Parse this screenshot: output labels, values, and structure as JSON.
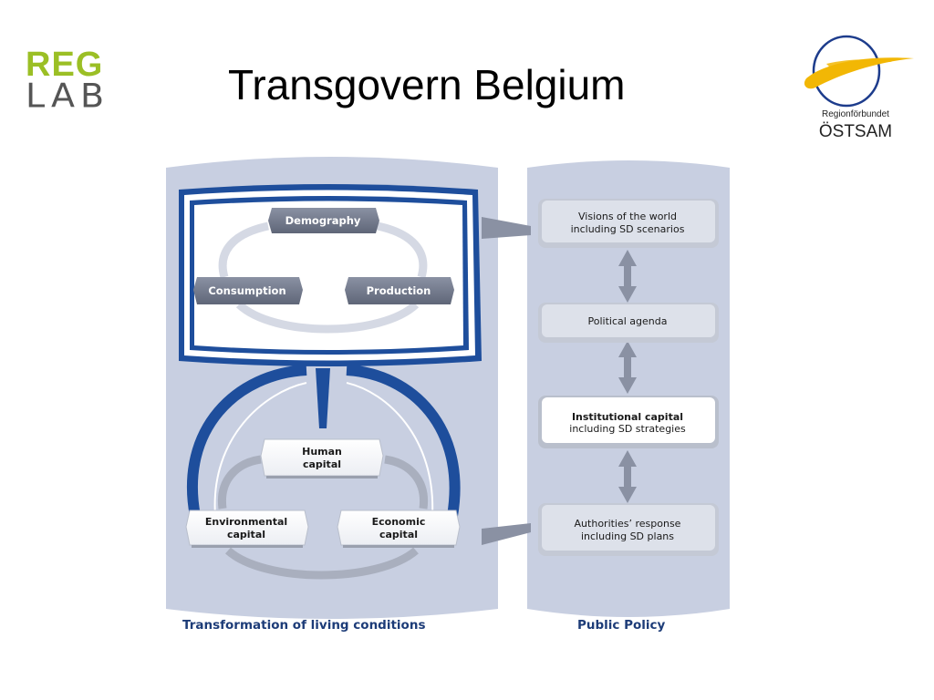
{
  "slide": {
    "title": "Transgovern Belgium"
  },
  "logos": {
    "reg_top": "REG",
    "reg_bottom": "LAB",
    "ostsam_small": "Regionförbundet",
    "ostsam_big": "ÖSTSAM",
    "reglab_green": "#9bbf25",
    "ostsam_yellow": "#f2b705",
    "ostsam_blue": "#1d3c8c"
  },
  "diagram": {
    "inner_nodes": {
      "demography": "Demography",
      "consumption": "Consumption",
      "production": "Production"
    },
    "capitals": {
      "human": [
        "Human",
        "capital"
      ],
      "environmental": [
        "Environmental",
        "capital"
      ],
      "economic": [
        "Economic",
        "capital"
      ]
    },
    "policy_boxes": {
      "visions": [
        "Visions of the world",
        "including SD scenarios"
      ],
      "political": [
        "Political agenda"
      ],
      "institutional": [
        "Institutional capital",
        "including SD strategies"
      ],
      "authorities": [
        "Authorities’ response",
        "including SD plans"
      ]
    },
    "captions": {
      "left": "Transformation of living conditions",
      "right": "Public Policy"
    },
    "colors": {
      "panel": "#c8cfe1",
      "dark_blue": "#1e4e9c",
      "label_blue": "#1d3c78",
      "node_fill": "#737a8c"
    }
  }
}
